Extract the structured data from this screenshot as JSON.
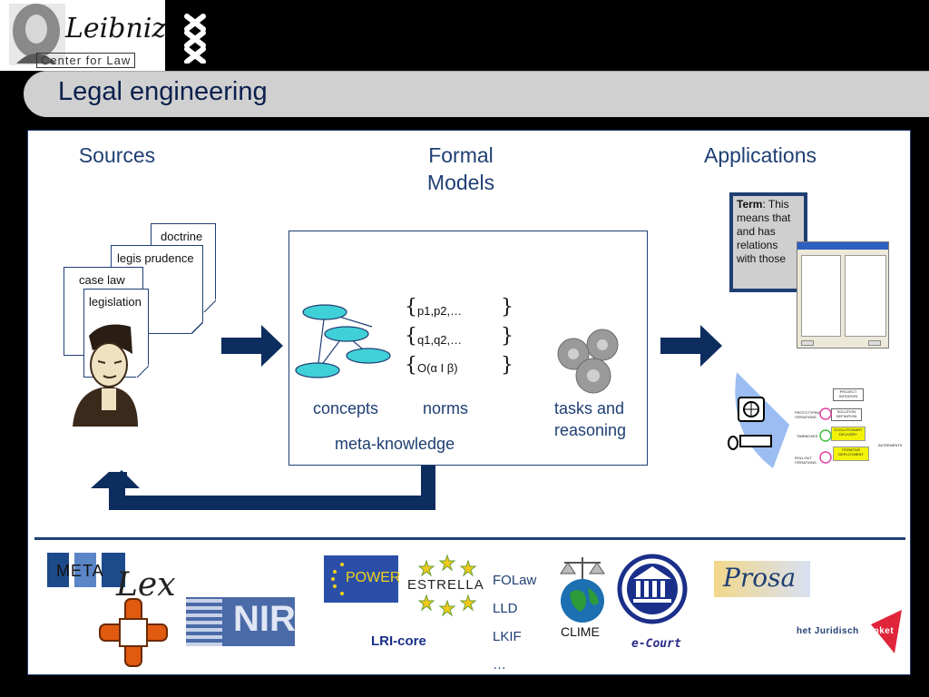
{
  "header": {
    "logo_text": "Leibniz",
    "logo_subtext": "Center for Law",
    "title": "Legal engineering"
  },
  "columns": {
    "sources": "Sources",
    "formal_models_line1": "Formal",
    "formal_models_line2": "Models",
    "applications": "Applications"
  },
  "source_docs": [
    "doctrine",
    "legis prudence",
    "case law",
    "legislation"
  ],
  "model_box": {
    "norms_lines": [
      "p1,p2,…",
      "q1,q2,…",
      "O(α I β)"
    ],
    "concepts": "concepts",
    "norms": "norms",
    "tasks_line1": "tasks and",
    "tasks_line2": "reasoning",
    "meta": "meta-knowledge"
  },
  "term_card": {
    "bold": "Term",
    "text": ": This means that and has relations with those"
  },
  "process_chart": {
    "project_initiation": "PROJECT INITIATION",
    "solution_definition": "SOLUTION DEFINITION",
    "evolutionary_delivery": "EVOLUTIONARY DELIVERY",
    "iterative_deployment": "ITERATIVE DEPLOYMENT",
    "prototyping": "PROTOTYPING ITERATIONS",
    "timeboxes": "TIMEBOXES",
    "rollout": "ROLLOUT ITERATIONS",
    "increments": "INCREMENTS"
  },
  "bottom": {
    "meta_lex": "META",
    "lex": "Lex",
    "nir": "NIR",
    "power": "POWER",
    "estrella": "ESTRELLA",
    "lri_core": "LRI-core",
    "list": [
      "FOLaw",
      "LLD",
      "LKIF",
      "…"
    ],
    "clime": "CLIME",
    "ecourt": "e-Court",
    "prosa": "Prosa",
    "juridisch_a": "het Juridisch",
    "juridisch_b": "Loket"
  },
  "colors": {
    "navy": "#1f3f73",
    "node": "#40d0d8",
    "eu_blue": "#2b4fa8",
    "juridisch_red": "#e0243a"
  }
}
